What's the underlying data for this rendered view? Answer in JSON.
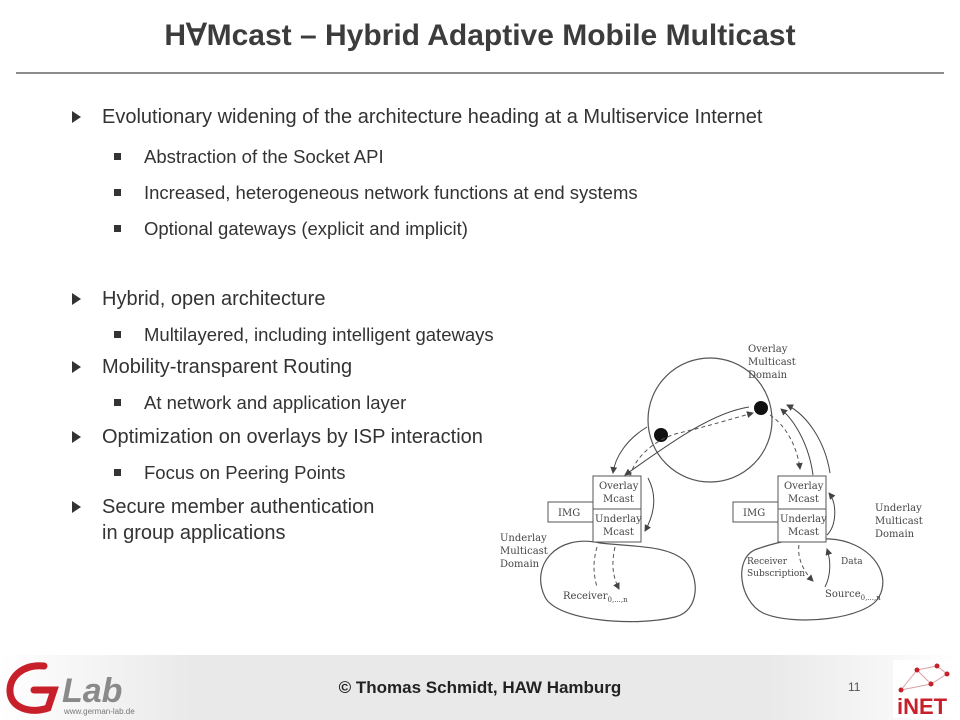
{
  "slide": {
    "title": "H∀Mcast – Hybrid Adaptive Mobile Multicast",
    "bullets": [
      {
        "text": "Evolutionary widening of the architecture heading at a Multiservice Internet",
        "sub": [
          "Abstraction of the Socket API",
          "Increased, heterogeneous network functions at end systems",
          "Optional gateways (explicit and implicit)"
        ]
      },
      {
        "text": "Hybrid, open architecture",
        "sub": [
          "Multilayered, including intelligent gateways"
        ]
      },
      {
        "text": "Mobility-transparent Routing",
        "sub": [
          "At network and application layer"
        ]
      },
      {
        "text": "Optimization on overlays by ISP interaction",
        "sub": [
          "Focus on Peering Points"
        ]
      },
      {
        "text": "Secure member authentication",
        "text2": "in group applications",
        "sub": []
      }
    ]
  },
  "diagram": {
    "overlay_domain": [
      "Overlay",
      "Multicast",
      "Domain"
    ],
    "left_underlay_domain": [
      "Underlay",
      "Multicast",
      "Domain"
    ],
    "right_underlay_domain": [
      "Underlay",
      "Multicast",
      "Domain"
    ],
    "left_node": {
      "img": "IMG",
      "overlay": [
        "Overlay",
        "Mcast"
      ],
      "underlay": [
        "Underlay",
        "Mcast"
      ]
    },
    "right_node": {
      "img": "IMG",
      "overlay": [
        "Overlay",
        "Mcast"
      ],
      "underlay": [
        "Underlay",
        "Mcast"
      ]
    },
    "receiver": "Receiver",
    "receiver_sub": "0,...,n",
    "source": "Source",
    "source_sub": "0,...,n",
    "receiver_subscription": [
      "Receiver",
      "Subscription"
    ],
    "data_label": "Data"
  },
  "footer": {
    "copyright": "© Thomas Schmidt, HAW Hamburg",
    "page_number": "11",
    "glab_logo_text": "Lab",
    "glab_url": "www.german-lab.de",
    "inet_logo_text": "iNET"
  },
  "colors": {
    "logo_red": "#c8202a",
    "logo_grey": "#8a8a8a",
    "text": "#333333"
  }
}
